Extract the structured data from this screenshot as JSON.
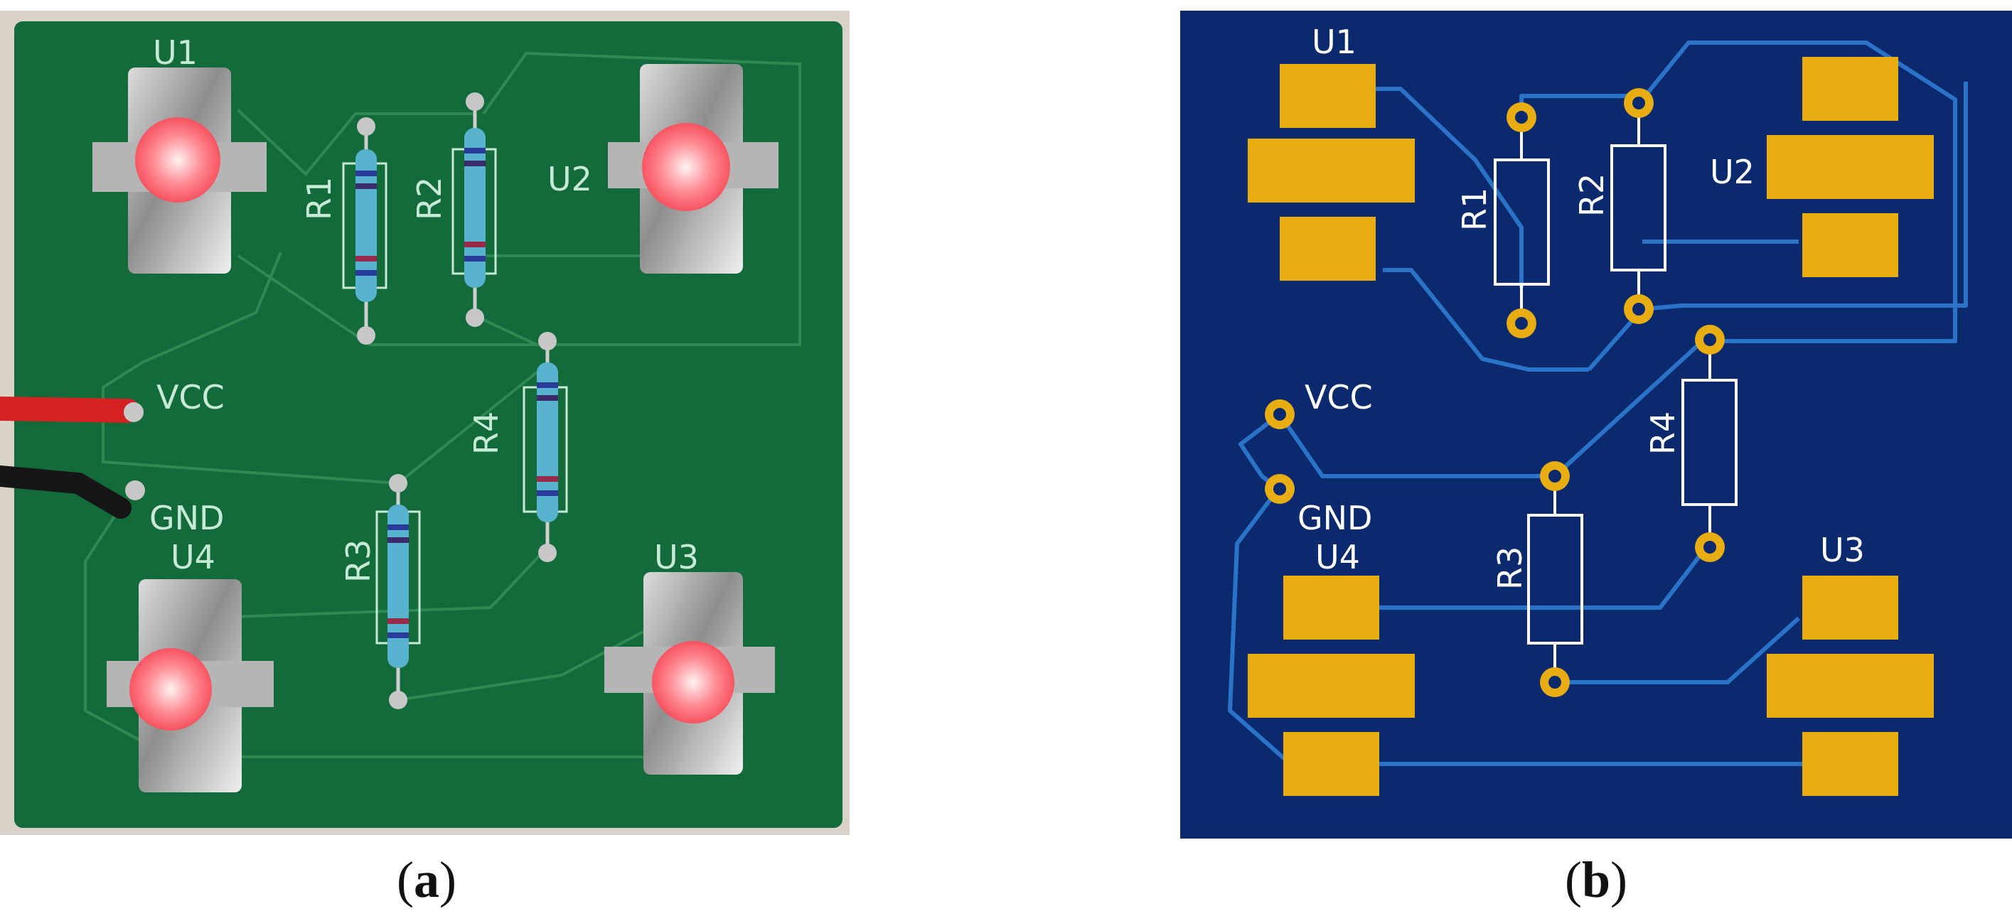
{
  "panels": [
    {
      "id": "a",
      "caption": "a"
    },
    {
      "id": "b",
      "caption": "b"
    }
  ],
  "labels": {
    "u1": "U1",
    "u2": "U2",
    "u3": "U3",
    "u4": "U4",
    "r1": "R1",
    "r2": "R2",
    "r3": "R3",
    "r4": "R4",
    "vcc": "VCC",
    "gnd": "GND"
  },
  "colors": {
    "photo_board": "#136b3c",
    "photo_trace": "#2f8a52",
    "photo_silk": "#c6ead6",
    "pcb_board": "#0b2a6e",
    "pcb_trace": "#2a73c9",
    "pcb_pad": "#e8ad10",
    "pcb_silk": "#ffffff",
    "led_glow": "#ff5d6c",
    "resistor_body": "#58b3cf",
    "wire_red": "#d42121",
    "wire_black": "#161616"
  }
}
